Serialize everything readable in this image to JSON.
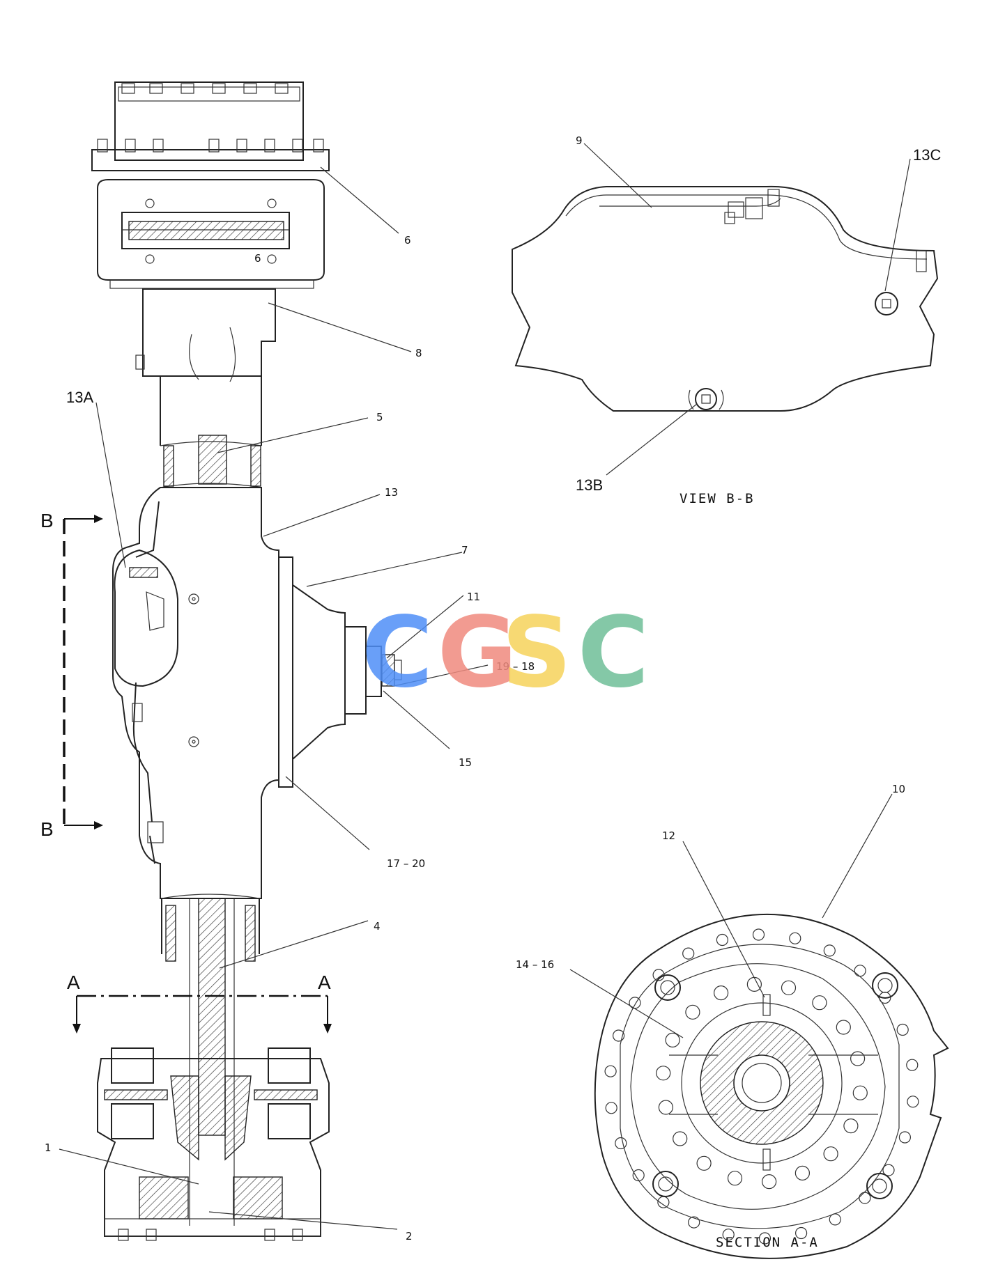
{
  "watermark": {
    "letters": [
      "C",
      "G",
      "S",
      "C"
    ],
    "colors": [
      "#4f8ff7",
      "#f08a7e",
      "#f6d35b",
      "#6fbf98"
    ]
  },
  "callouts": {
    "c1": "1",
    "c2": "2",
    "c4": "4",
    "c5": "5",
    "c6a": "6",
    "c6b": "6",
    "c7": "7",
    "c8": "8",
    "c9": "9",
    "c10": "10",
    "c11": "11",
    "c12": "12",
    "c13": "13",
    "c13a": "13A",
    "c13b": "13B",
    "c13c": "13C",
    "c14_16": "14 – 16",
    "c15": "15",
    "c17_20": "17 – 20",
    "c19_18": "19 – 18"
  },
  "section_markers": {
    "b_top": "B",
    "b_bottom": "B",
    "a_left": "A",
    "a_right": "A"
  },
  "captions": {
    "view_bb": "VIEW B-B",
    "section_aa": "SECTION A-A"
  }
}
